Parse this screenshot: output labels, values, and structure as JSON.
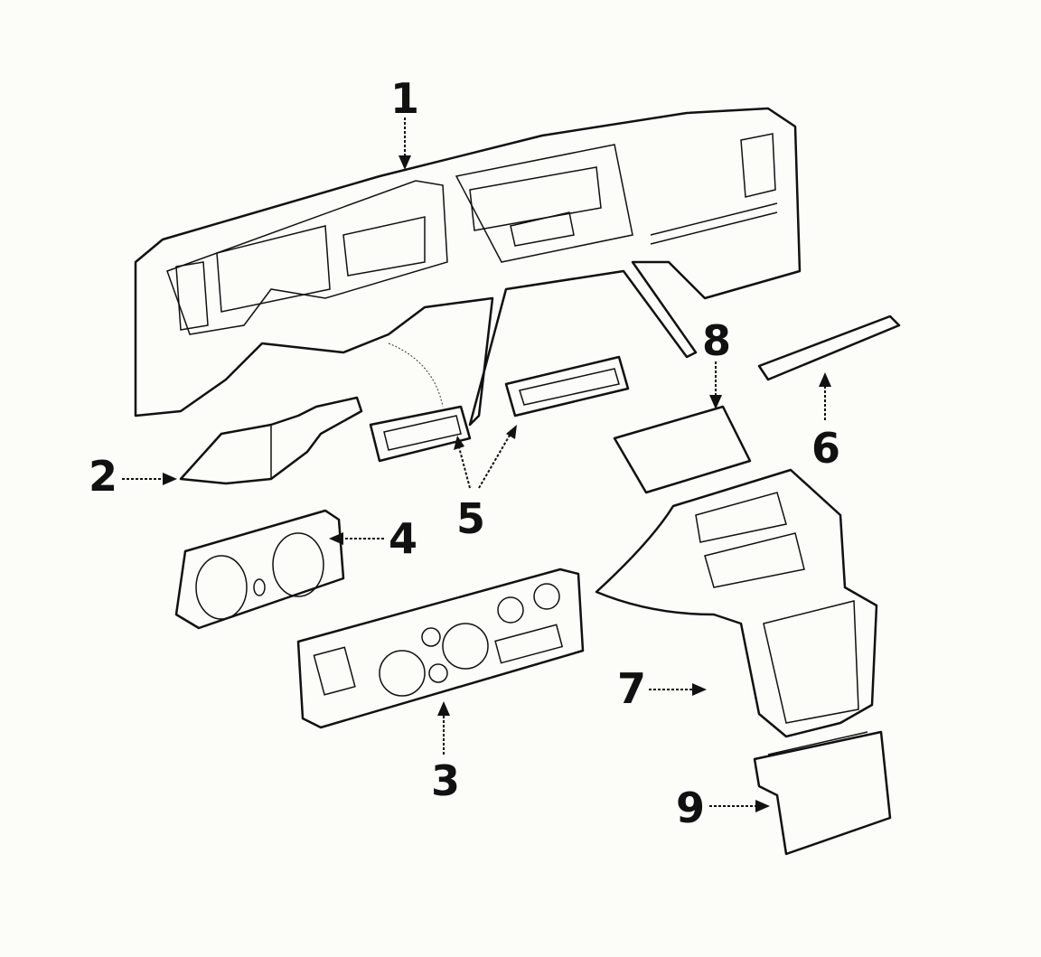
{
  "diagram": {
    "background": "#fcfcf8",
    "callouts": [
      {
        "id": "1",
        "label": "1"
      },
      {
        "id": "2",
        "label": "2"
      },
      {
        "id": "3",
        "label": "3"
      },
      {
        "id": "4",
        "label": "4"
      },
      {
        "id": "5",
        "label": "5"
      },
      {
        "id": "6",
        "label": "6"
      },
      {
        "id": "7",
        "label": "7"
      },
      {
        "id": "8",
        "label": "8"
      },
      {
        "id": "9",
        "label": "9"
      }
    ]
  }
}
